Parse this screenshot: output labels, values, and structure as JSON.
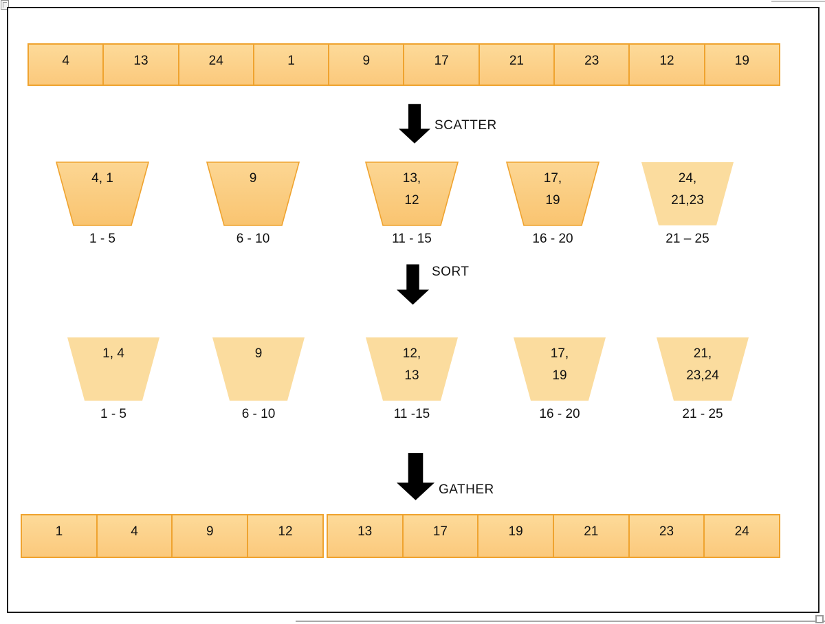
{
  "colors": {
    "cell_border": "#efa32f",
    "cell_fill_top": "#fdda99",
    "cell_fill_bottom": "#fbc97c",
    "bucket_fill_flat": "#fbdc9e",
    "arrow_color": "#000000",
    "canvas_border": "#1a1a1a"
  },
  "input_array": {
    "cells": [
      "4",
      "13",
      "24",
      "1",
      "9",
      "17",
      "21",
      "23",
      "12",
      "19"
    ]
  },
  "scatter": {
    "arrow_label": "SCATTER",
    "buckets": [
      {
        "lines": [
          "4, 1"
        ],
        "range": "1 - 5"
      },
      {
        "lines": [
          "9"
        ],
        "range": "6 - 10"
      },
      {
        "lines": [
          "13,",
          "12"
        ],
        "range": "11 - 15"
      },
      {
        "lines": [
          "17,",
          "19"
        ],
        "range": "16 - 20"
      },
      {
        "lines": [
          "24,",
          "21,23"
        ],
        "range": "21 – 25"
      }
    ]
  },
  "sort": {
    "arrow_label": "SORT",
    "buckets": [
      {
        "lines": [
          "1, 4"
        ],
        "range": "1 - 5"
      },
      {
        "lines": [
          "9"
        ],
        "range": "6 - 10"
      },
      {
        "lines": [
          "12,",
          "13"
        ],
        "range": "11 -15"
      },
      {
        "lines": [
          "17,",
          "19"
        ],
        "range": "16 - 20"
      },
      {
        "lines": [
          "21,",
          "23,24"
        ],
        "range": "21 - 25"
      }
    ]
  },
  "gather": {
    "arrow_label": "GATHER"
  },
  "output_array": {
    "cells": [
      "1",
      "4",
      "9",
      "12",
      "13",
      "17",
      "19",
      "21",
      "23",
      "24"
    ]
  }
}
